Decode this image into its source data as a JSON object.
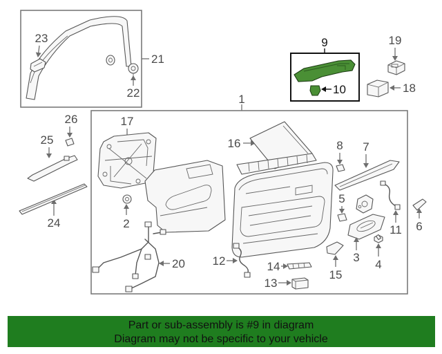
{
  "callouts": {
    "p1": "1",
    "p2": "2",
    "p3": "3",
    "p4": "4",
    "p5": "5",
    "p6": "6",
    "p7": "7",
    "p8": "8",
    "p9": "9",
    "p10": "10",
    "p11": "11",
    "p12": "12",
    "p13": "13",
    "p14": "14",
    "p15": "15",
    "p16": "16",
    "p17": "17",
    "p18": "18",
    "p19": "19",
    "p20": "20",
    "p21": "21",
    "p22": "22",
    "p23": "23",
    "p24": "24",
    "p25": "25",
    "p26": "26"
  },
  "banner": {
    "line1": "Part or sub-assembly is #9 in diagram",
    "line2": "Diagram may not be specific to your vehicle"
  },
  "colors": {
    "highlighted_part": "#4a8f35",
    "banner_background": "#1f7d1f",
    "line_art": "#555555"
  }
}
